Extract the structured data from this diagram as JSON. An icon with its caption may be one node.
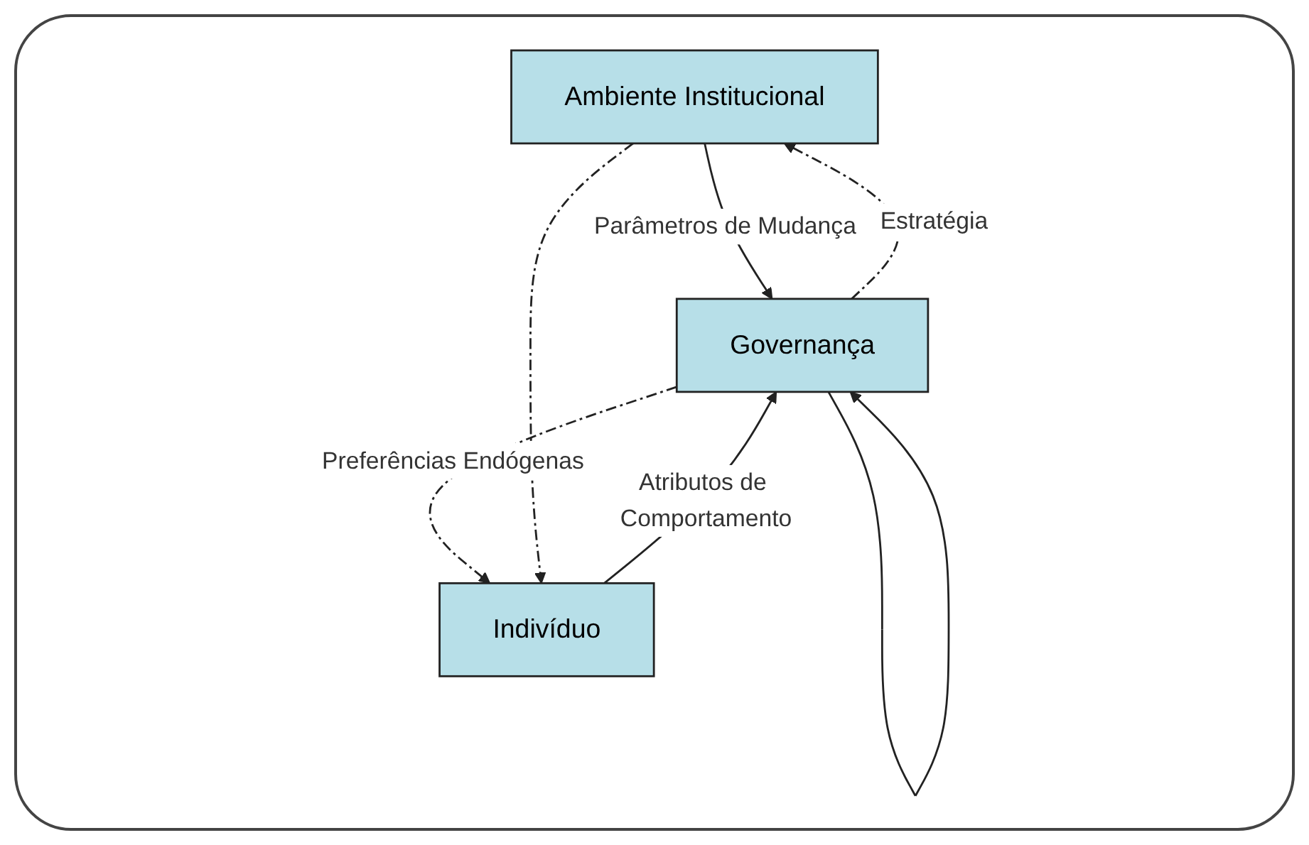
{
  "diagram": {
    "nodes": [
      {
        "text": [
          "Ambiente Institucional"
        ]
      },
      {
        "text": [
          "Governança"
        ]
      },
      {
        "text": [
          "Indivíduo"
        ]
      }
    ],
    "edges": [
      {
        "from": 0,
        "to": 1,
        "arrow": "to",
        "label": "Parâmetros de Mudança"
      },
      {
        "from": 1,
        "to": 0,
        "arrow": "to",
        "label": "Estratégia",
        "style": "dashed"
      },
      {
        "from": 1,
        "to": 1,
        "arrow": "to"
      },
      {
        "from": 2,
        "to": 1,
        "arrow": "to",
        "label": "Atributos de Comportamento"
      },
      {
        "from": 1,
        "to": 2,
        "arrow": "to",
        "label": "Preferências Endógenas",
        "style": "dashed"
      },
      {
        "from": 0,
        "to": 2,
        "arrow": "to",
        "style": "dashed"
      }
    ]
  }
}
